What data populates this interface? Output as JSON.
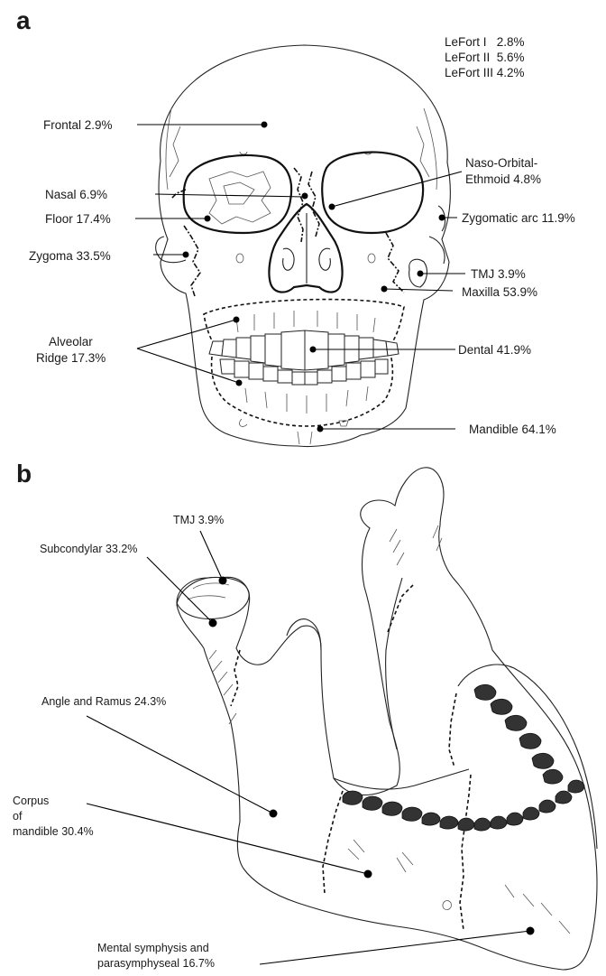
{
  "panel_a": {
    "letter": "a",
    "lefort": [
      "LeFort I   2.8%",
      "LeFort II  5.6%",
      "LeFort III 4.2%"
    ],
    "labels": {
      "frontal": "Frontal 2.9%",
      "naso_orbital_1": "Naso-Orbital-",
      "naso_orbital_2": "Ethmoid 4.8%",
      "nasal": "Nasal 6.9%",
      "floor": "Floor 17.4%",
      "zygomatic_arc": "Zygomatic arc 11.9%",
      "zygoma": "Zygoma 33.5%",
      "tmj": "TMJ 3.9%",
      "maxilla": "Maxilla 53.9%",
      "alveolar_1": "Alveolar",
      "alveolar_2": "Ridge 17.3%",
      "dental": "Dental 41.9%",
      "mandible": "Mandible 64.1%"
    }
  },
  "panel_b": {
    "letter": "b",
    "labels": {
      "tmj": "TMJ 3.9%",
      "subcondylar": "Subcondylar 33.2%",
      "angle_ramus": "Angle and Ramus 24.3%",
      "corpus_1": "Corpus",
      "corpus_2": "of",
      "corpus_3": "mandible 30.4%",
      "mental_1": "Mental symphysis and",
      "mental_2": "parasymphyseal 16.7%"
    }
  }
}
